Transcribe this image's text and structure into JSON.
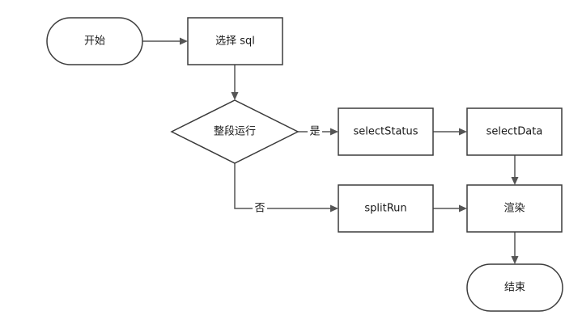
{
  "diagram": {
    "nodes": {
      "start": {
        "label": "开始",
        "shape": "terminal"
      },
      "select_sql": {
        "label": "选择 sql",
        "shape": "process"
      },
      "run_whole": {
        "label": "整段运行",
        "shape": "decision"
      },
      "select_status": {
        "label": "selectStatus",
        "shape": "process"
      },
      "select_data": {
        "label": "selectData",
        "shape": "process"
      },
      "split_run": {
        "label": "splitRun",
        "shape": "process"
      },
      "render": {
        "label": "渲染",
        "shape": "process"
      },
      "end": {
        "label": "结束",
        "shape": "terminal"
      }
    },
    "edges": {
      "yes_label": "是",
      "no_label": "否"
    },
    "colors": {
      "stroke": "#3c3c3c",
      "edge": "#555555",
      "fill": "#ffffff",
      "text": "#1a1a1a"
    }
  }
}
